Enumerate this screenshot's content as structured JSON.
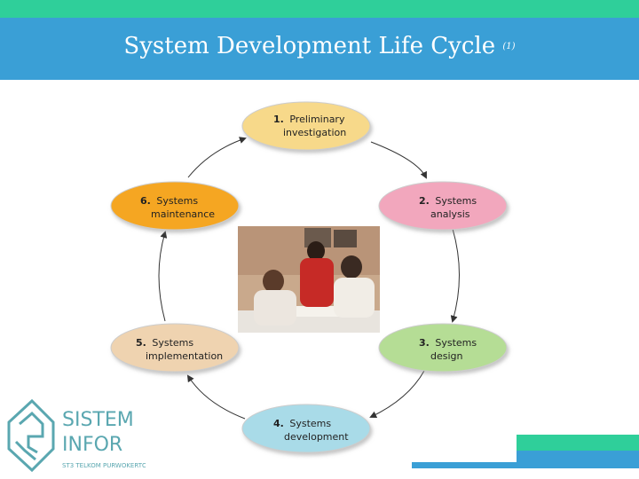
{
  "header": {
    "title": "System Development Life Cycle",
    "title_suffix": "(1)"
  },
  "cycle": {
    "steps": [
      {
        "number": "1.",
        "line1": "Preliminary",
        "line2": "investigation",
        "color": "#f7d98a"
      },
      {
        "number": "2.",
        "line1": "Systems",
        "line2": "analysis",
        "color": "#f2a7bd"
      },
      {
        "number": "3.",
        "line1": "Systems",
        "line2": "design",
        "color": "#b5dd95"
      },
      {
        "number": "4.",
        "line1": "Systems",
        "line2": "development",
        "color": "#a9dbe8"
      },
      {
        "number": "5.",
        "line1": "Systems",
        "line2": "implementation",
        "color": "#efd3b0"
      },
      {
        "number": "6.",
        "line1": "Systems",
        "line2": "maintenance",
        "color": "#f5a623"
      }
    ]
  },
  "logo": {
    "line1": "SISTEM",
    "line2": "INFOR",
    "line3": "ST3 TELKOM PURWOKERTO"
  },
  "colors": {
    "header_blue": "#3a9fd6",
    "accent_green": "#2fcf9a"
  }
}
